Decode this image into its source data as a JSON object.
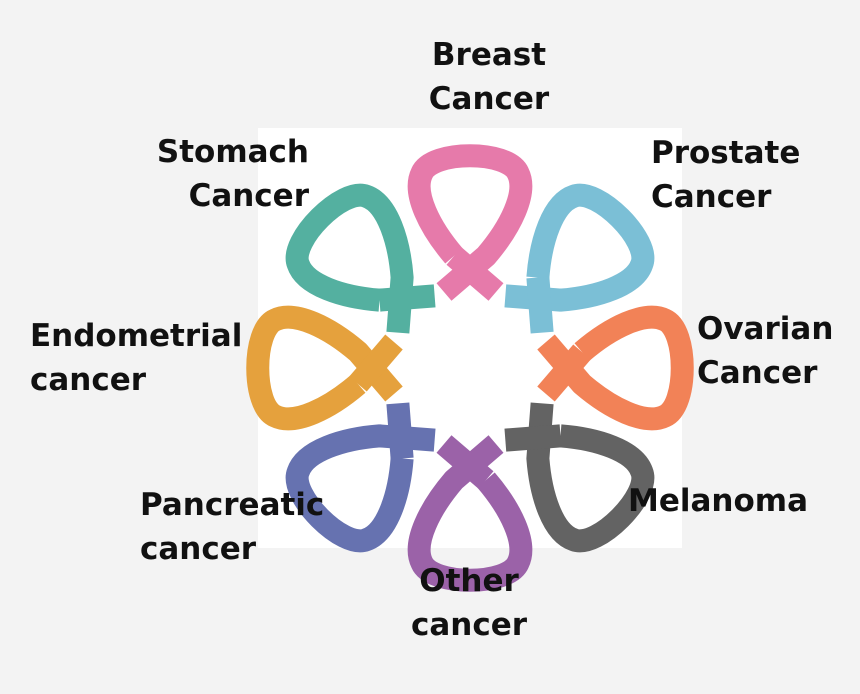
{
  "ribbons": [
    {
      "name": "breast-cancer-ribbon",
      "angle": 0,
      "color": "#e67aaa"
    },
    {
      "name": "prostate-cancer-ribbon",
      "angle": 45,
      "color": "#7bbfd6"
    },
    {
      "name": "ovarian-cancer-ribbon",
      "angle": 90,
      "color": "#f28257"
    },
    {
      "name": "melanoma-ribbon",
      "angle": 135,
      "color": "#636363"
    },
    {
      "name": "other-cancer-ribbon",
      "angle": 180,
      "color": "#9b62a8"
    },
    {
      "name": "pancreatic-cancer-ribbon",
      "angle": 225,
      "color": "#6672b0"
    },
    {
      "name": "endometrial-cancer-ribbon",
      "angle": 270,
      "color": "#e5a13d"
    },
    {
      "name": "stomach-cancer-ribbon",
      "angle": 315,
      "color": "#54b0a0"
    }
  ],
  "labels": {
    "breast": {
      "line1": "Breast",
      "line2": "Cancer"
    },
    "prostate": {
      "line1": "Prostate",
      "line2": "Cancer"
    },
    "ovarian": {
      "line1": "Ovarian",
      "line2": "Cancer"
    },
    "melanoma": {
      "line1": "Melanoma"
    },
    "other": {
      "line1": "Other",
      "line2": "cancer"
    },
    "pancreatic": {
      "line1": "Pancreatic",
      "line2": "cancer"
    },
    "endometrial": {
      "line1": "Endometrial",
      "line2": "cancer"
    },
    "stomach": {
      "line1": "Stomach",
      "line2": "Cancer"
    }
  }
}
